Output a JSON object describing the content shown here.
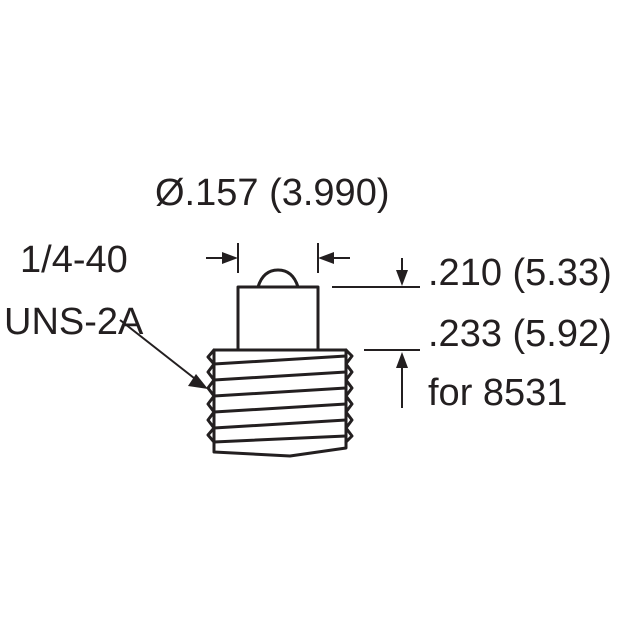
{
  "drawing": {
    "diameter_label": "Ø.157 (3.990)",
    "thread_label_line1": "1/4-40",
    "thread_label_line2": "UNS-2A",
    "height_label_line1": ".210 (5.33)",
    "height_label_line2": ".233 (5.92)",
    "height_label_line3": "for 8531",
    "line_color": "#231f20"
  }
}
